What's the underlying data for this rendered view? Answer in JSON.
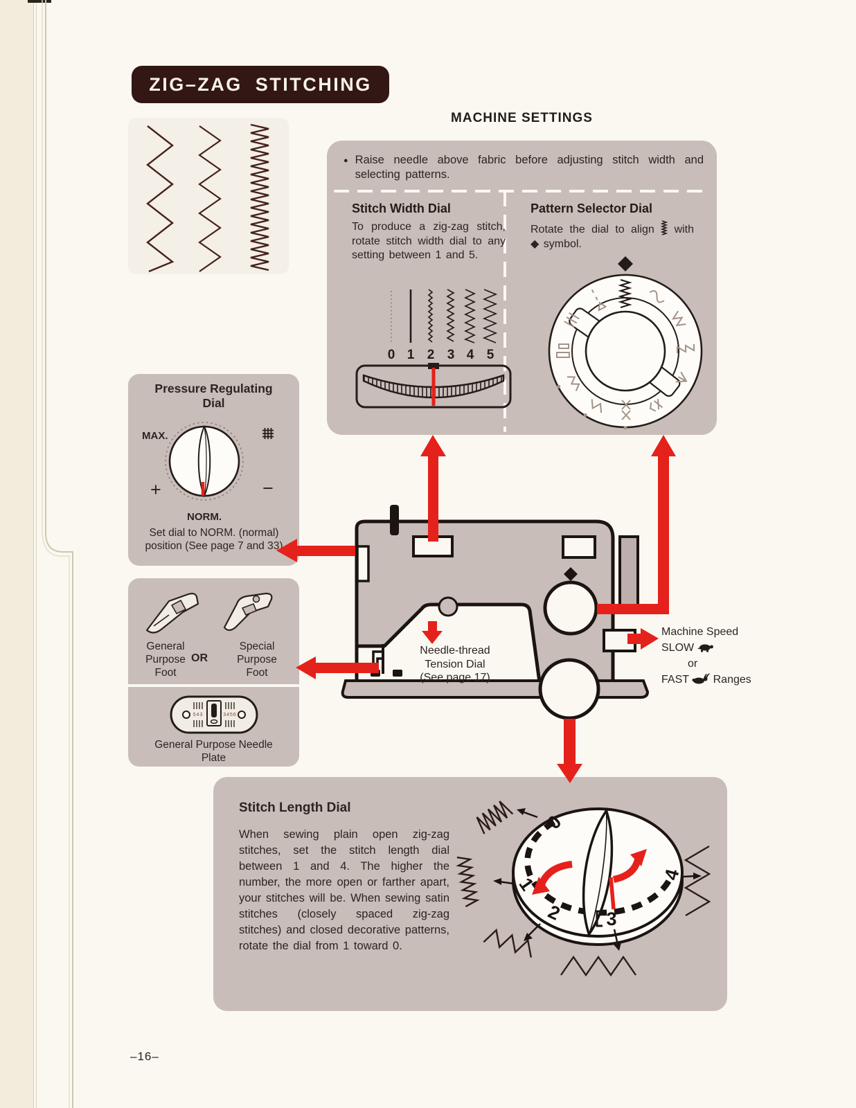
{
  "colors": {
    "accent_red": "#e5211b",
    "panel_gray": "#c9bdb9",
    "title_bg": "#331714",
    "ink": "#2b2422",
    "stitch_maroon": "#45221d"
  },
  "page": {
    "title": "ZIG–ZAG STITCHING",
    "section_heading": "MACHINE SETTINGS",
    "page_number": "–16–"
  },
  "settings": {
    "bullet": "●",
    "note": "Raise needle above fabric before adjusting stitch width and selecting patterns.",
    "stitch_width": {
      "title": "Stitch Width Dial",
      "body": "To produce a zig-zag stitch, rotate stitch width dial to any setting between 1 and 5.",
      "scale": [
        "0",
        "1",
        "2",
        "3",
        "4",
        "5"
      ]
    },
    "pattern_selector": {
      "title": "Pattern Selector Dial",
      "body_prefix": "Rotate the dial to align",
      "body_suffix": "with ◆ symbol."
    }
  },
  "pressure": {
    "title": "Pressure Regulating Dial",
    "max": "MAX.",
    "plus": "+",
    "minus": "−",
    "norm": "NORM.",
    "body": "Set dial to NORM. (normal) position (See page 7 and 33)"
  },
  "feet": {
    "general": "General Purpose Foot",
    "or": "OR",
    "special": "Special Purpose Foot",
    "plate": "General Purpose Needle Plate",
    "plate_left": "543",
    "plate_right": "3456"
  },
  "machine": {
    "tension_l1": "Needle-thread",
    "tension_l2": "Tension Dial",
    "tension_l3": "(See page 17)"
  },
  "speed": {
    "title": "Machine Speed",
    "slow": "SLOW",
    "or": "or",
    "fast": "FAST",
    "ranges": "Ranges"
  },
  "stitch_length": {
    "title": "Stitch Length Dial",
    "body": "When sewing plain open zig-zag stitches, set the stitch length dial between 1 and 4. The higher the number, the more open or farther apart, your stitches will be. When sewing satin stitches (closely spaced zig-zag stitches) and closed decorative patterns, rotate the dial from 1 toward 0.",
    "numbers": [
      "0",
      "1",
      "2",
      "3",
      "4"
    ]
  }
}
